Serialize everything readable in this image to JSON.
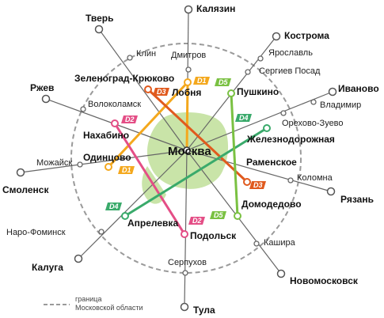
{
  "hub": "Москва",
  "colors": {
    "D1": "#f4a81d",
    "D2": "#e44e86",
    "D3": "#e05a1e",
    "D4": "#3aaa6b",
    "D5": "#7ac142",
    "spoke": "#666666",
    "boundary": "#9a9a9a",
    "city_fill": "#c9e4a8"
  },
  "diameters": [
    {
      "id": "D1",
      "ends": [
        "Лобня",
        "Одинцово"
      ]
    },
    {
      "id": "D2",
      "ends": [
        "Нахабино",
        "Подольск"
      ]
    },
    {
      "id": "D3",
      "ends": [
        "Зеленоград-Крюково",
        "Раменское"
      ]
    },
    {
      "id": "D4",
      "ends": [
        "Апрелевка",
        "Железнодорожная"
      ]
    },
    {
      "id": "D5",
      "ends": [
        "Пушкино",
        "Домодедово"
      ]
    }
  ],
  "diameter_terminals": [
    "Лобня",
    "Пушкино",
    "Железнодорожная",
    "Раменское",
    "Домодедово",
    "Подольск",
    "Апрелевка",
    "Одинцово",
    "Нахабино",
    "Зеленоград-Крюково"
  ],
  "inner_stations": [
    "Дмитров",
    "Ярославль",
    "Сергиев Посад",
    "Владимир",
    "Орехово-Зуево",
    "Коломна",
    "Кашира",
    "Серпухов",
    "Наро-Фоминск",
    "Можайск",
    "Волоколамск",
    "Клин"
  ],
  "outer_cities": [
    "Калязин",
    "Кострома",
    "Иваново",
    "Рязань",
    "Новомосковск",
    "Тула",
    "Калуга",
    "Смоленск",
    "Ржев",
    "Тверь"
  ],
  "legend": {
    "text_line1": "граница",
    "text_line2": "Московской области"
  }
}
